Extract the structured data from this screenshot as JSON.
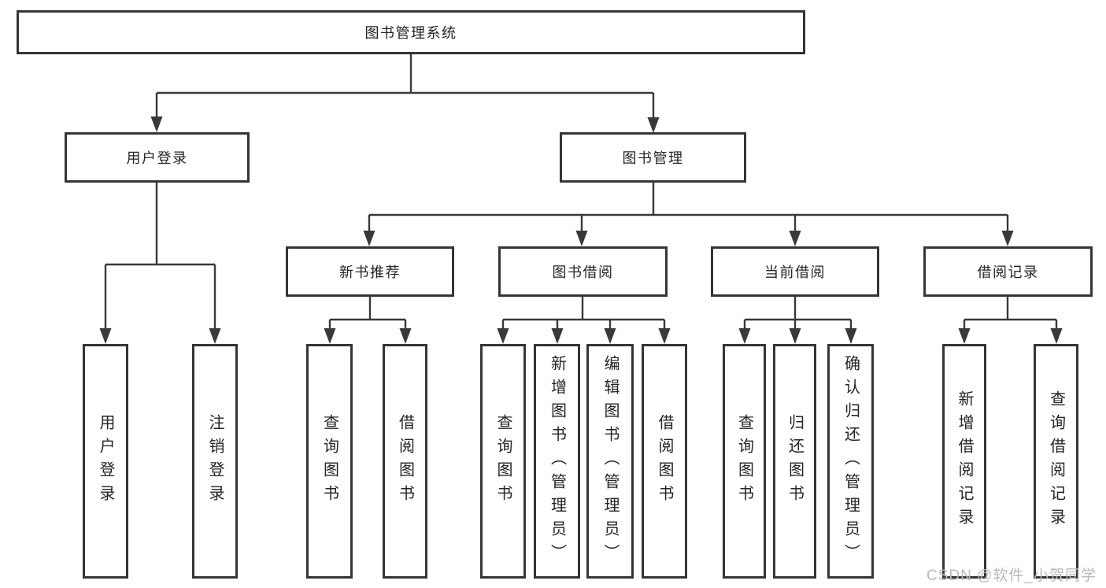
{
  "diagram": {
    "root": {
      "label": "图书管理系统"
    },
    "level2": {
      "user_login": {
        "label": "用户登录"
      },
      "book_management": {
        "label": "图书管理"
      }
    },
    "level3": {
      "new_book_recommend": {
        "label": "新书推荐"
      },
      "book_borrow": {
        "label": "图书借阅"
      },
      "current_borrow": {
        "label": "当前借阅"
      },
      "borrow_records": {
        "label": "借阅记录"
      }
    },
    "leaves": {
      "user_login": [
        "用户登录",
        "注销登录"
      ],
      "new_book_recommend": [
        "查询图书",
        "借阅图书"
      ],
      "book_borrow": [
        "查询图书",
        "新增图书（管理员）",
        "编辑图书（管理员）",
        "借阅图书"
      ],
      "current_borrow": [
        "查询图书",
        "归还图书",
        "确认归还（管理员）"
      ],
      "borrow_records": [
        "新增借阅记录",
        "查询借阅记录"
      ]
    }
  },
  "watermark": {
    "text": "CSDN @软件_小贺同学"
  },
  "colors": {
    "line": "#39393b",
    "box_border": "#353537",
    "text": "#242426",
    "background": "#ffffff",
    "watermark": "#b9b9bd"
  }
}
